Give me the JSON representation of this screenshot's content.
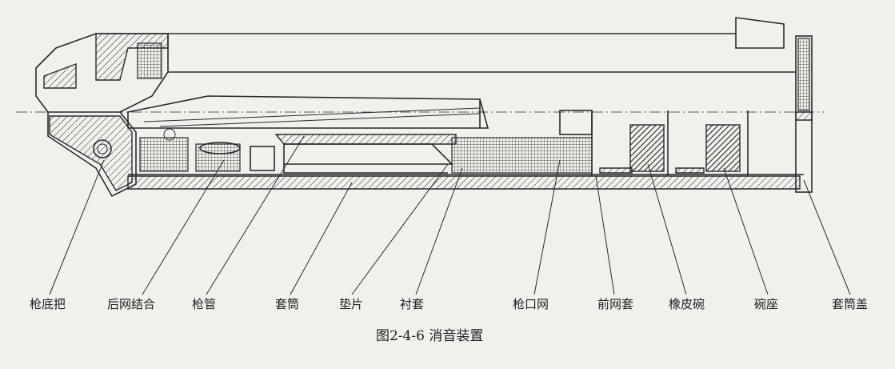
{
  "labels": {
    "grip": "枪底把",
    "rear_mesh": "后网结合",
    "barrel": "枪管",
    "sleeve_tube": "套筒",
    "washer": "垫片",
    "liner": "衬套",
    "muzzle_mesh": "枪口网",
    "front_mesh_sleeve": "前网套",
    "rubber_bowl": "橡皮碗",
    "bowl_seat": "碗座",
    "tube_cap": "套筒盖"
  },
  "caption": "图2-4-6   消音装置",
  "colors": {
    "background": "#f1f0ec",
    "ink": "#2a2a2a"
  }
}
